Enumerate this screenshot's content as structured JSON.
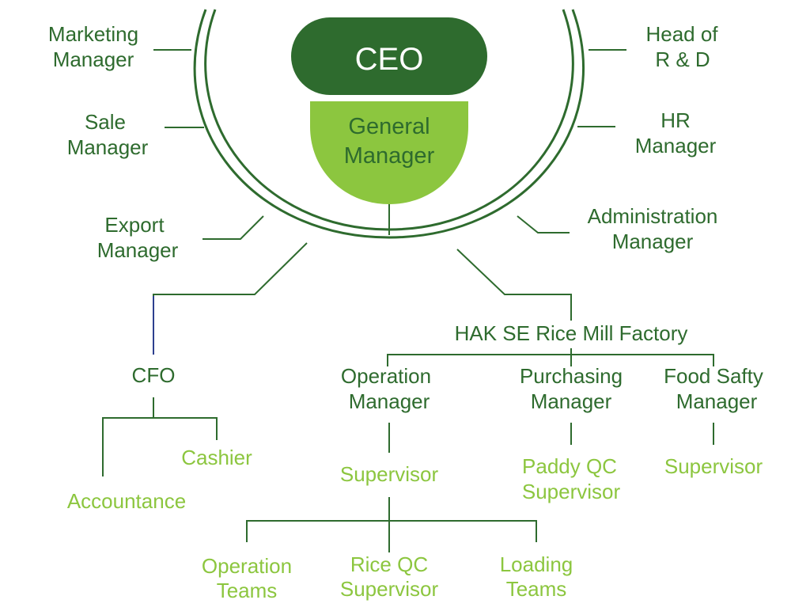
{
  "colors": {
    "dark_green": "#2e6b2e",
    "light_green": "#8cc63f",
    "text_on_dark": "#ffffff",
    "blue_connector": "#2d3f8f"
  },
  "ceo": {
    "label": "CEO"
  },
  "general_manager": {
    "lines": [
      "General",
      "Manager"
    ]
  },
  "left_roles": [
    {
      "lines": [
        "Marketing",
        "Manager"
      ]
    },
    {
      "lines": [
        "Sale",
        "Manager"
      ]
    },
    {
      "lines": [
        "Export",
        "Manager"
      ]
    }
  ],
  "right_roles": [
    {
      "lines": [
        "Head of",
        "R & D"
      ]
    },
    {
      "lines": [
        "HR",
        "Manager"
      ]
    },
    {
      "lines": [
        "Administration",
        "Manager"
      ]
    }
  ],
  "cfo": {
    "label": "CFO",
    "cashier": "Cashier",
    "accountance": "Accountance"
  },
  "factory": {
    "label": "HAK SE Rice Mill Factory",
    "operation_manager": {
      "lines": [
        "Operation",
        "Manager"
      ]
    },
    "purchasing_manager": {
      "lines": [
        "Purchasing",
        "Manager"
      ]
    },
    "food_safety_manager": {
      "lines": [
        "Food Safty",
        "Manager"
      ]
    },
    "operation_supervisor": "Supervisor",
    "paddy_qc_supervisor": {
      "lines": [
        "Paddy QC",
        "Supervisor"
      ]
    },
    "food_safety_supervisor": "Supervisor",
    "operation_teams": {
      "lines": [
        "Operation",
        "Teams"
      ]
    },
    "rice_qc_supervisor": {
      "lines": [
        "Rice QC",
        "Supervisor"
      ]
    },
    "loading_teams": {
      "lines": [
        "Loading",
        "Teams"
      ]
    }
  }
}
